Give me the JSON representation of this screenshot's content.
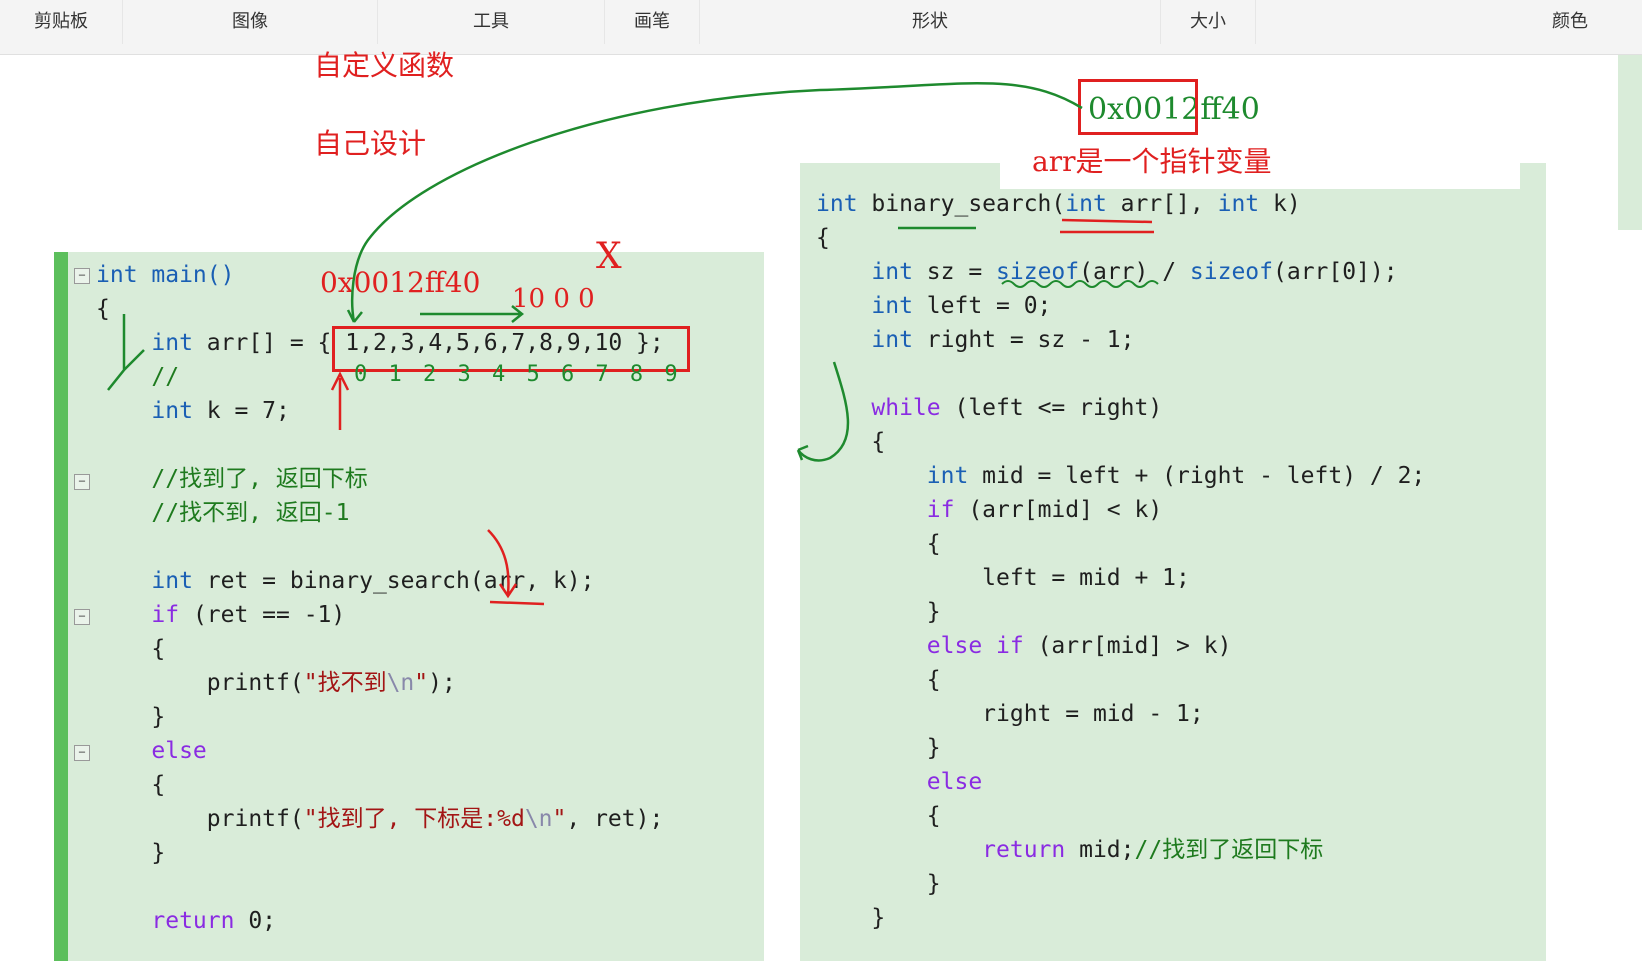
{
  "ribbon": {
    "tabs": [
      "剪贴板",
      "图像",
      "工具",
      "画笔",
      "形状",
      "大小",
      "颜色"
    ]
  },
  "annotations": {
    "title1": "自定义函数",
    "title2": "自己设计",
    "address_top": "0x0012ff40",
    "arr_pointer_note": "arr是一个指针变量",
    "address_left": "0x0012ff40",
    "note_100": "10 0 0",
    "x_mark": "X",
    "indices": "0 1 2 3 4 5 6 7 8 9"
  },
  "main_code": {
    "l1": "int main()",
    "l2": "{",
    "l3a": "int ",
    "l3b": "arr[] = { 1,2,3,4,5,6,7,8,9,10 };",
    "l4": "//",
    "l5a": "int ",
    "l5b": "k = 7;",
    "l6": "//找到了, 返回下标",
    "l7": "//找不到, 返回-1",
    "l8a": "int ",
    "l8b": "ret = binary_search(arr, k);",
    "l9a": "if ",
    "l9b": "(ret == -1)",
    "l10": "{",
    "l11a": "printf(",
    "l11b": "\"找不到",
    "l11c": "\\n",
    "l11d": "\"",
    "l11e": ");",
    "l12": "}",
    "l13": "else",
    "l14": "{",
    "l15a": "printf(",
    "l15b": "\"找到了, 下标是:%d",
    "l15c": "\\n",
    "l15d": "\"",
    "l15e": ", ret);",
    "l16": "}",
    "l17a": "return ",
    "l17b": "0;"
  },
  "func_code": {
    "l1a": "int ",
    "l1b": "binary_search(",
    "l1c": "int ",
    "l1d": "arr[], ",
    "l1e": "int ",
    "l1f": "k)",
    "l2": "{",
    "l3a": "int ",
    "l3b": "sz = ",
    "l3c": "sizeof",
    "l3d": "(arr) / ",
    "l3e": "sizeof",
    "l3f": "(arr[0]);",
    "l4a": "int ",
    "l4b": "left = 0;",
    "l5a": "int ",
    "l5b": "right = sz - 1;",
    "l6a": "while ",
    "l6b": "(left <= right)",
    "l7": "{",
    "l8a": "int ",
    "l8b": "mid = left + (right - left) / 2;",
    "l9a": "if ",
    "l9b": "(arr[mid] < k)",
    "l10": "{",
    "l11": "left = mid + 1;",
    "l12": "}",
    "l13a": "else if ",
    "l13b": "(arr[mid] > k)",
    "l14": "{",
    "l15": "right = mid - 1;",
    "l16": "}",
    "l17": "else",
    "l18": "{",
    "l19a": "return ",
    "l19b": "mid;",
    "l19c": "//找到了返回下标",
    "l20": "}",
    "l21": "}"
  },
  "colors": {
    "panel_bg": "#d9ecd9",
    "annotation_red": "#e02020",
    "annotation_green": "#1e8a2e",
    "keyword_blue": "#1a5fb4"
  }
}
